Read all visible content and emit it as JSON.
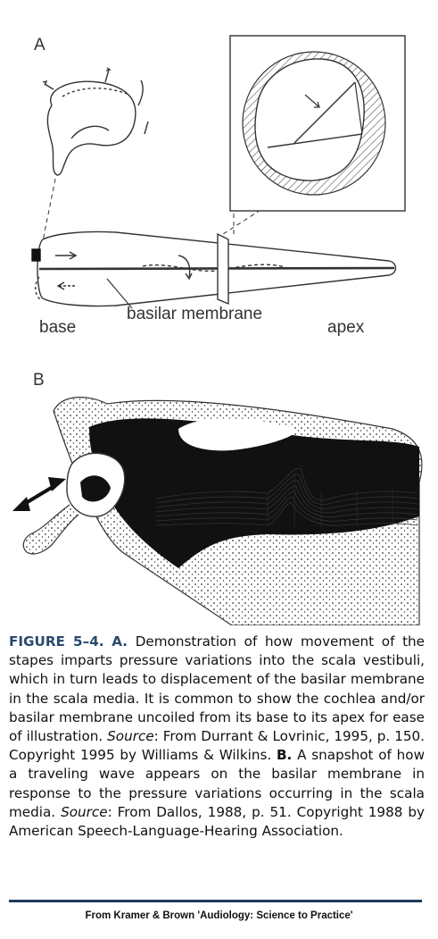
{
  "panel_a": {
    "label": "A",
    "base_label": "base",
    "basilar_label": "basilar membrane",
    "apex_label": "apex"
  },
  "panel_b": {
    "label": "B"
  },
  "caption": {
    "fig_number": "FIGURE 5–4.",
    "a_marker": "A.",
    "a_text": "Demonstration of how movement of the stapes imparts pressure variations into the scala vestibuli, which in turn leads to displacement of the basilar membrane in the scala media. It is common to show the cochlea and/or basilar membrane uncoiled from its base to its apex for ease of illustration.",
    "a_source_label": "Source",
    "a_source_text": ": From Durrant & Lovrinic, 1995, p. 150. Copyright 1995 by Williams & Wilkins.",
    "b_marker": "B.",
    "b_text": "A snapshot of how a traveling wave appears on the basilar membrane in response to the pressure variations occurring in the scala media.",
    "b_source_label": "Source",
    "b_source_text": ": From Dallos, 1988, p. 51. Copyright 1988 by American Speech-Language-Hearing Association."
  },
  "footer": "From Kramer & Brown 'Audiology: Science to Practice'",
  "colors": {
    "accent": "#2a4a6e",
    "rule": "#1f3a5a"
  }
}
